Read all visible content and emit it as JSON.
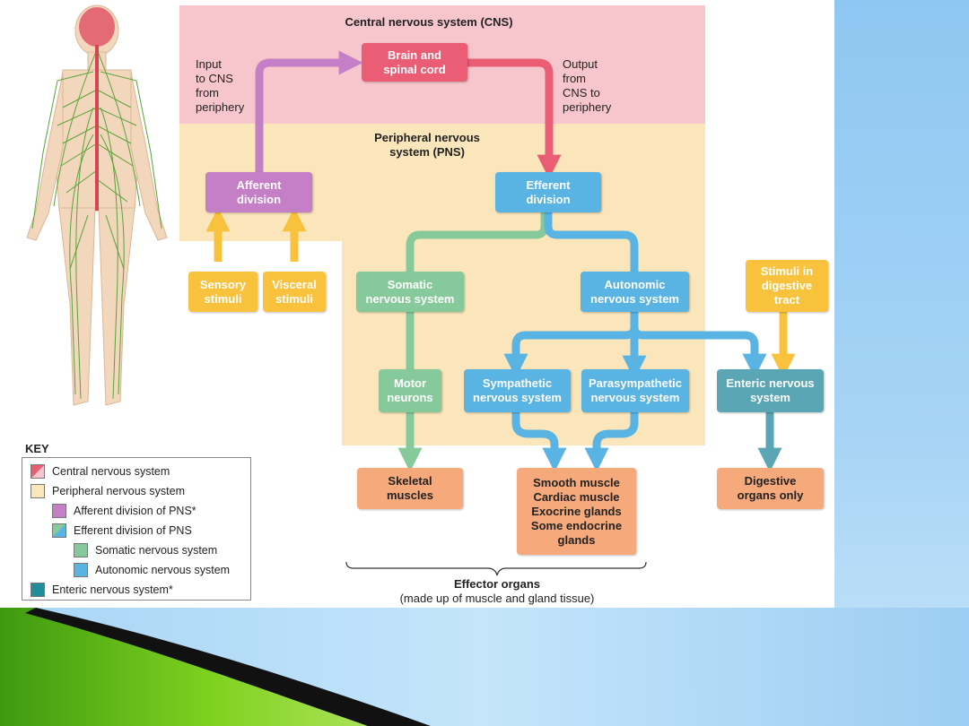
{
  "colors": {
    "cns_zone": "#f7c6cc",
    "pns_zone": "#fbe6bb",
    "cns_box": "#ea5d74",
    "afferent": "#c47fc6",
    "efferent": "#5ab4e3",
    "somatic": "#86c99a",
    "autonomic": "#5ab4e3",
    "enteric": "#5aa6b4",
    "stimuli": "#f9c23c",
    "effector": "#f6a97a"
  },
  "zones": {
    "cns_title": "Central nervous system (CNS)",
    "pns_title": "Peripheral nervous\nsystem (PNS)"
  },
  "labels": {
    "input": "Input\nto CNS\nfrom\nperiphery",
    "output": "Output\nfrom\nCNS to\nperiphery"
  },
  "boxes": {
    "brain": "Brain and\nspinal cord",
    "afferent": "Afferent\ndivision",
    "efferent": "Efferent\ndivision",
    "sensory": "Sensory\nstimuli",
    "visceral": "Visceral\nstimuli",
    "somatic": "Somatic\nnervous system",
    "autonomic": "Autonomic\nnervous system",
    "stimuli_digestive": "Stimuli in\ndigestive\ntract",
    "motor": "Motor\nneurons",
    "sympathetic": "Sympathetic\nnervous system",
    "parasympathetic": "Parasympathetic\nnervous system",
    "enteric": "Enteric nervous\nsystem",
    "skeletal": "Skeletal\nmuscles",
    "smooth": "Smooth muscle\nCardiac muscle\nExocrine glands\nSome endocrine\nglands",
    "digestive": "Digestive\norgans only"
  },
  "effector": {
    "title": "Effector organs",
    "subtitle": "(made up of muscle and gland tissue)"
  },
  "key": {
    "title": "KEY",
    "items": [
      {
        "label": "Central nervous system",
        "color": "#ea5d74"
      },
      {
        "label": "Peripheral nervous system",
        "color": "#fbe6bb"
      },
      {
        "label": "Afferent division of PNS*",
        "color": "#c47fc6"
      },
      {
        "label": "Efferent division of PNS",
        "color": "#5ab4e3"
      },
      {
        "label": "Somatic nervous system",
        "color": "#86c99a"
      },
      {
        "label": "Autonomic nervous system",
        "color": "#5ab4e3"
      },
      {
        "label": "Enteric nervous system*",
        "color": "#1f8e9a"
      }
    ]
  }
}
